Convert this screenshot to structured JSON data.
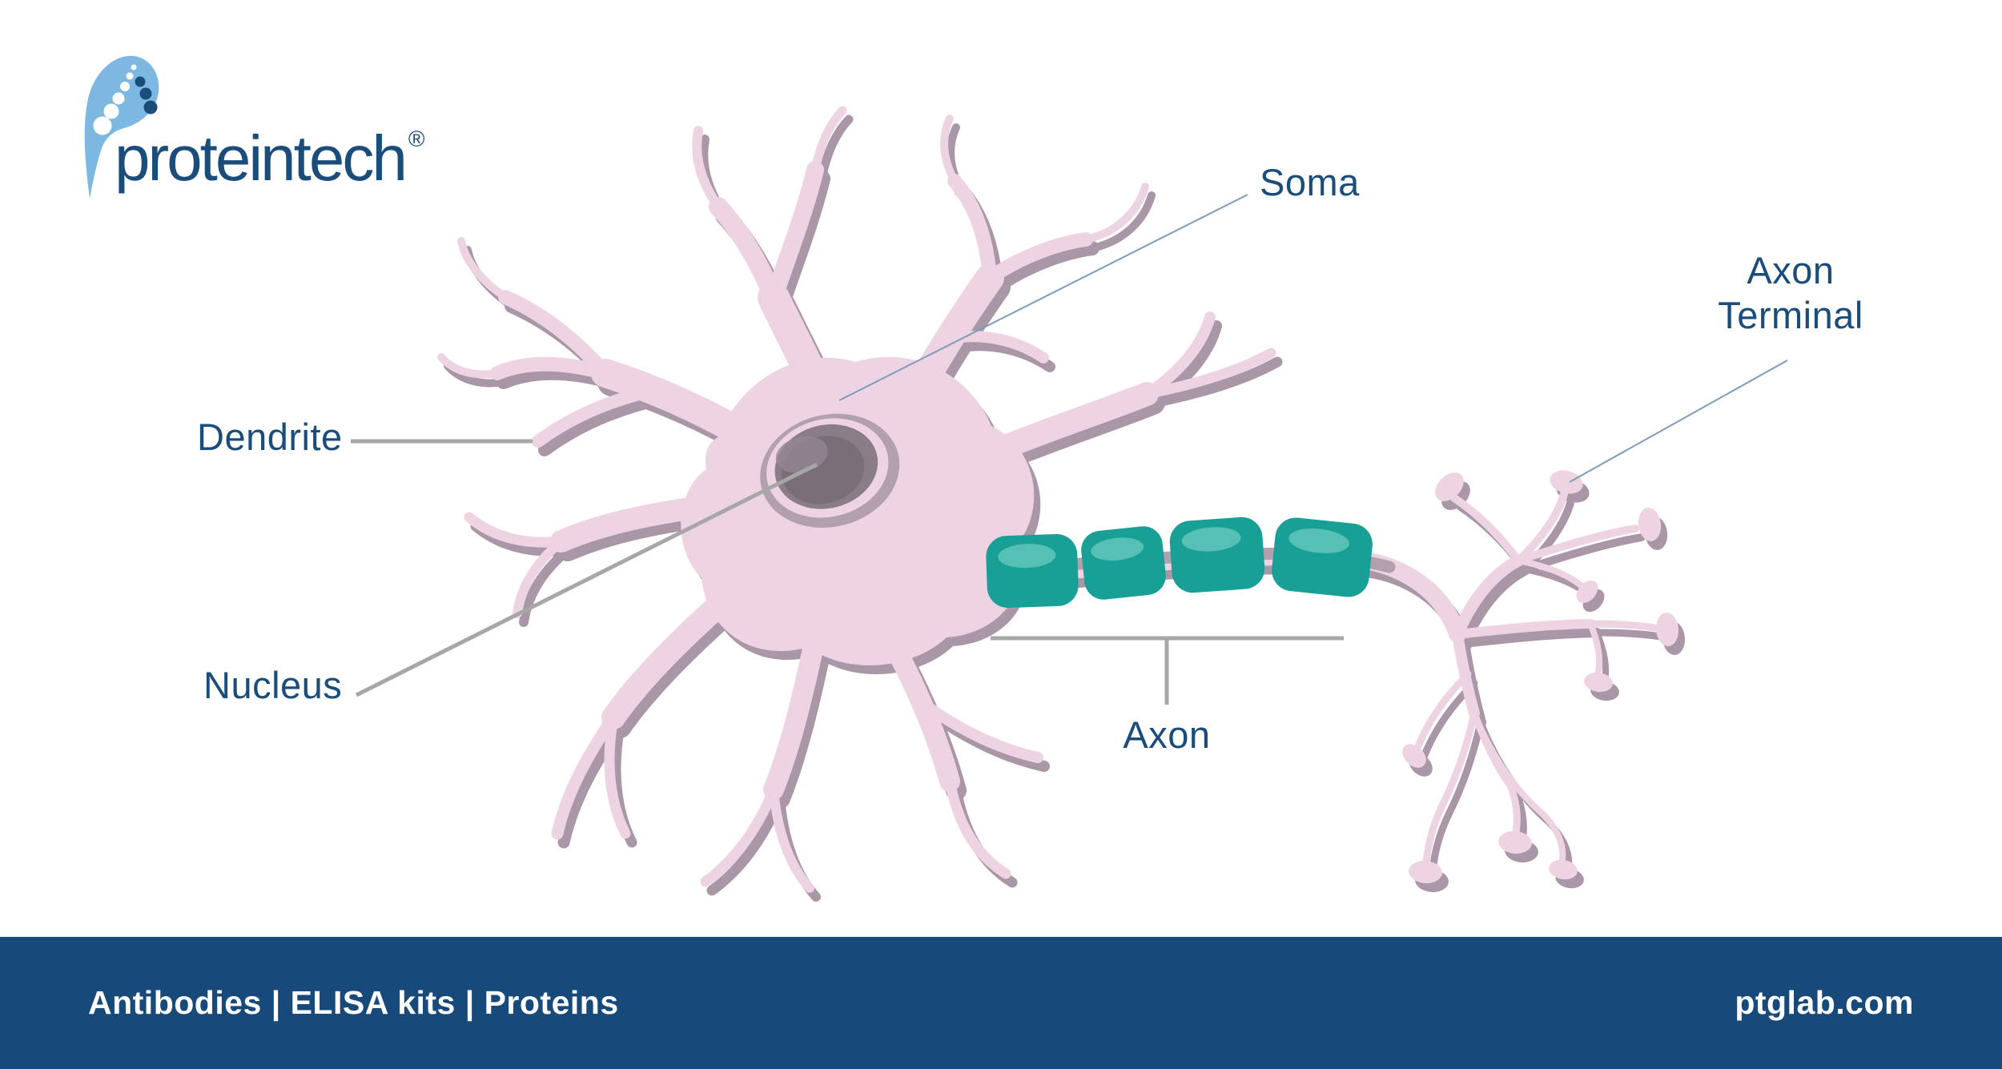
{
  "logo": {
    "brand": "proteintech",
    "registered_mark": "®"
  },
  "labels": {
    "soma": "Soma",
    "dendrite": "Dendrite",
    "nucleus": "Nucleus",
    "axon": "Axon",
    "axon_terminal": "Axon Terminal"
  },
  "footer": {
    "left": "Antibodies | ELISA kits | Proteins",
    "right": "ptglab.com"
  },
  "colors": {
    "navy": "#1b4d7c",
    "logo_blue": "#7db8e2",
    "pink": "#eed4e3",
    "shadow": "#a996a7",
    "mauve": "#b3a0ae",
    "nucleus_mid": "#8b7d88",
    "nucleus_dark": "#7a6e78",
    "nucleus_hi": "#948692",
    "teal": "#18a096",
    "teal_hi": "#57c0b4",
    "leader_gray": "#a7a7a7",
    "leader_thin": "#7d9cba",
    "footer_bg": "#17497a",
    "footer_text": "#ffffff"
  }
}
